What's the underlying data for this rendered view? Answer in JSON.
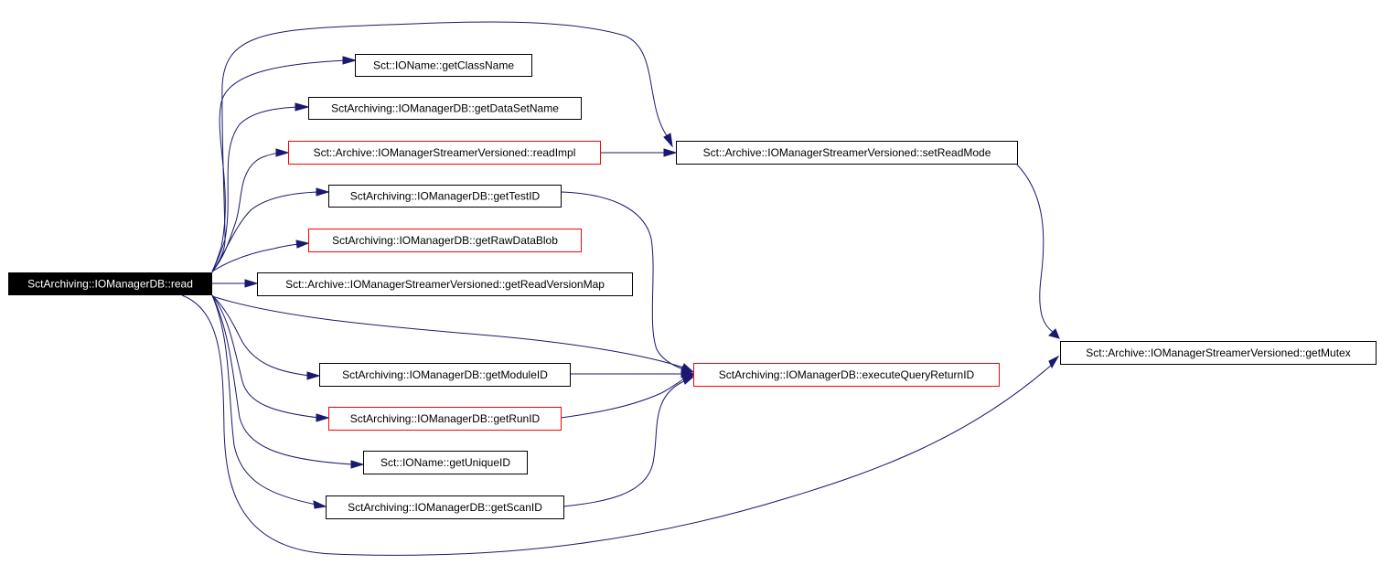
{
  "nodes": [
    {
      "id": "read",
      "label": "SctArchiving::IOManagerDB::read",
      "style": "root"
    },
    {
      "id": "getClassName",
      "label": "Sct::IOName::getClassName",
      "style": "black"
    },
    {
      "id": "getDataSetName",
      "label": "SctArchiving::IOManagerDB::getDataSetName",
      "style": "black"
    },
    {
      "id": "readImpl",
      "label": "Sct::Archive::IOManagerStreamerVersioned::readImpl",
      "style": "red"
    },
    {
      "id": "getTestID",
      "label": "SctArchiving::IOManagerDB::getTestID",
      "style": "black"
    },
    {
      "id": "getRawDataBlob",
      "label": "SctArchiving::IOManagerDB::getRawDataBlob",
      "style": "red"
    },
    {
      "id": "getReadVersionMap",
      "label": "Sct::Archive::IOManagerStreamerVersioned::getReadVersionMap",
      "style": "black"
    },
    {
      "id": "getModuleID",
      "label": "SctArchiving::IOManagerDB::getModuleID",
      "style": "black"
    },
    {
      "id": "getRunID",
      "label": "SctArchiving::IOManagerDB::getRunID",
      "style": "red"
    },
    {
      "id": "getUniqueID",
      "label": "Sct::IOName::getUniqueID",
      "style": "black"
    },
    {
      "id": "getScanID",
      "label": "SctArchiving::IOManagerDB::getScanID",
      "style": "black"
    },
    {
      "id": "setReadMode",
      "label": "Sct::Archive::IOManagerStreamerVersioned::setReadMode",
      "style": "black"
    },
    {
      "id": "executeQueryReturnID",
      "label": "SctArchiving::IOManagerDB::executeQueryReturnID",
      "style": "red"
    },
    {
      "id": "getMutex",
      "label": "Sct::Archive::IOManagerStreamerVersioned::getMutex",
      "style": "black"
    }
  ],
  "edges": [
    {
      "from": "read",
      "to": "getClassName"
    },
    {
      "from": "read",
      "to": "getDataSetName"
    },
    {
      "from": "read",
      "to": "readImpl"
    },
    {
      "from": "read",
      "to": "getTestID"
    },
    {
      "from": "read",
      "to": "getRawDataBlob"
    },
    {
      "from": "read",
      "to": "getReadVersionMap"
    },
    {
      "from": "read",
      "to": "executeQueryReturnID"
    },
    {
      "from": "read",
      "to": "getModuleID"
    },
    {
      "from": "read",
      "to": "getRunID"
    },
    {
      "from": "read",
      "to": "getUniqueID"
    },
    {
      "from": "read",
      "to": "getScanID"
    },
    {
      "from": "read",
      "to": "setReadMode"
    },
    {
      "from": "read",
      "to": "getMutex"
    },
    {
      "from": "readImpl",
      "to": "setReadMode"
    },
    {
      "from": "getTestID",
      "to": "executeQueryReturnID"
    },
    {
      "from": "getModuleID",
      "to": "executeQueryReturnID"
    },
    {
      "from": "getRunID",
      "to": "executeQueryReturnID"
    },
    {
      "from": "getScanID",
      "to": "executeQueryReturnID"
    },
    {
      "from": "setReadMode",
      "to": "getMutex"
    }
  ],
  "colors": {
    "edge": "#191970",
    "red_border": "#ff0000",
    "black_border": "#000000",
    "root_fill": "#000000",
    "root_text": "#ffffff"
  }
}
